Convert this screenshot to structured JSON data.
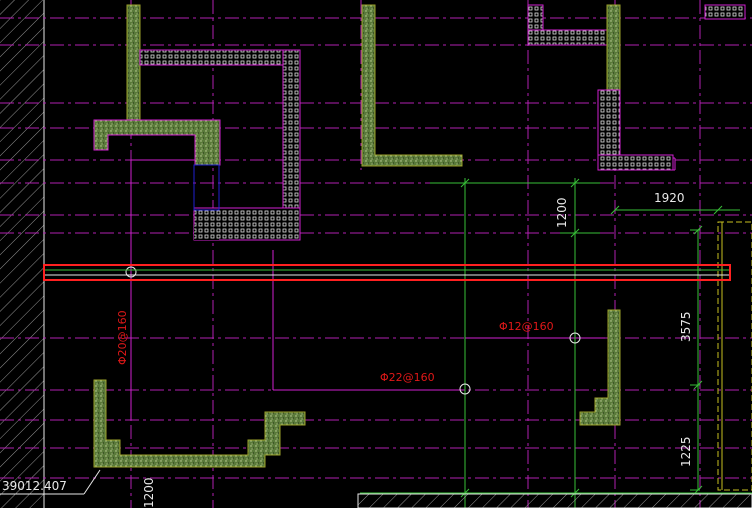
{
  "drawing": {
    "dimension_labels": {
      "top_right_width": "1920",
      "vertical_upper": "1200",
      "right_vertical_upper": "3575",
      "right_vertical_lower": "1225",
      "bottom_vertical": "1200"
    },
    "rebar_labels": {
      "left_vertical": "Φ20@160",
      "center": "Φ22@160",
      "right": "Φ12@160"
    },
    "coordinate_readout": "39012.407"
  },
  "colors": {
    "background": "#000000",
    "magenta": "#d020d0",
    "green": "#38c038",
    "red_text": "#e01818",
    "white": "#e8e8e8",
    "yellow_green": "#9aa02a",
    "highlight": "#ff2020",
    "blue": "#2020d0"
  }
}
